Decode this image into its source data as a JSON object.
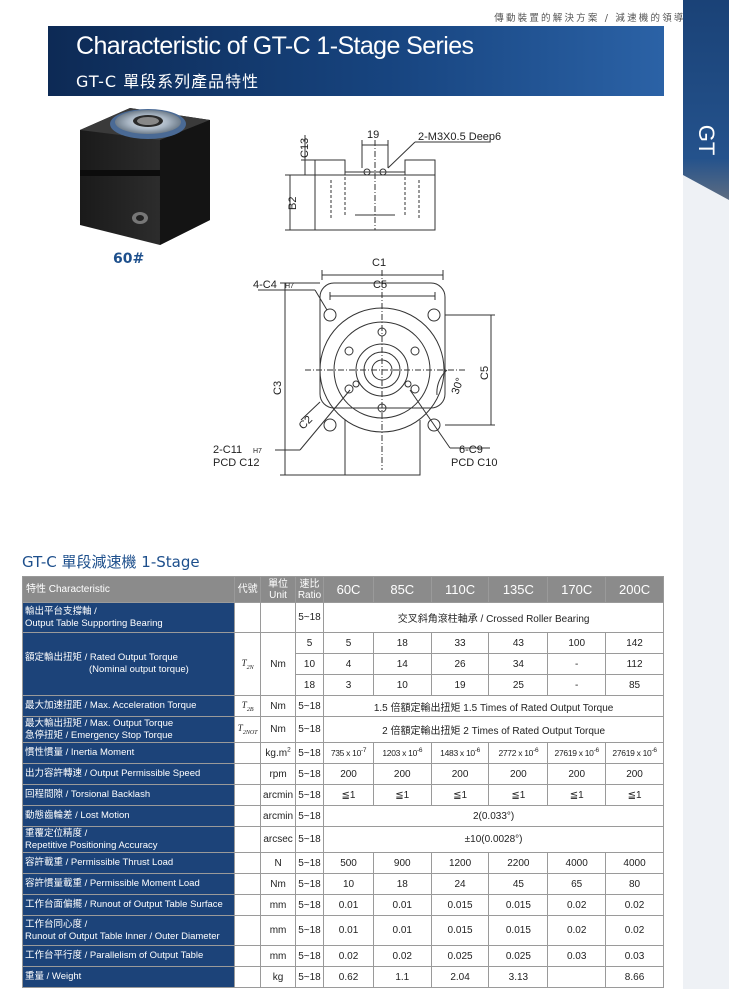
{
  "header": {
    "tagline": "傳動裝置的解決方案 / 減速機的領導品牌",
    "title_en": "Characteristic of GT-C 1-Stage Series",
    "title_zh": "GT-C 單段系列產品特性",
    "side_tab": "GT"
  },
  "product": {
    "model_label": "60#"
  },
  "drawing_labels": {
    "dim_19": "19",
    "tap": "2-M3X0.5 Deep6",
    "c13": "C13",
    "b2": "B2",
    "c1": "C1",
    "c5_top": "C5",
    "c4": "4-C4",
    "h7": "H7",
    "c3": "C3",
    "c5_side": "C5",
    "c2": "C2",
    "angle": "30°",
    "c11": "2-C11",
    "c11_h7": "H7",
    "pcd_c12": "PCD C12",
    "c9": "6-C9",
    "pcd_c10": "PCD C10"
  },
  "section_title": "GT-C 單段減速機 1-Stage",
  "table": {
    "headers": {
      "characteristic": "特性 Characteristic",
      "code": "代號",
      "unit_zh": "單位",
      "unit_en": "Unit",
      "ratio_zh": "速比",
      "ratio_en": "Ratio",
      "models": [
        "60C",
        "85C",
        "110C",
        "135C",
        "170C",
        "200C"
      ]
    },
    "bearing": {
      "label_zh": "輸出平台支撐軸 /",
      "label_en": "Output Table Supporting Bearing",
      "ratio": "5~18",
      "value": "交叉斜角滾柱軸承 / Crossed Roller Bearing"
    },
    "torque": {
      "label1": "額定輸出扭矩 / Rated Output Torque",
      "label2": "(Nominal output torque)",
      "code": "T",
      "code_sub": "2N",
      "unit": "Nm",
      "rows": [
        {
          "ratio": "5",
          "values": [
            "5",
            "18",
            "33",
            "43",
            "100",
            "142"
          ]
        },
        {
          "ratio": "10",
          "values": [
            "4",
            "14",
            "26",
            "34",
            "-",
            "112"
          ]
        },
        {
          "ratio": "18",
          "values": [
            "3",
            "10",
            "19",
            "25",
            "-",
            "85"
          ]
        }
      ]
    },
    "accel": {
      "label": "最大加速扭距 / Max. Acceleration Torque",
      "code": "T",
      "code_sub": "2B",
      "unit": "Nm",
      "ratio": "5~18",
      "value": "1.5 倍額定輸出扭矩  1.5 Times of Rated Output Torque"
    },
    "max_torque": {
      "label1": "最大輸出扭矩 / Max. Output Torque",
      "label2": "急停扭矩 / Emergency Stop Torque",
      "code": "T",
      "code_sub": "2NOT",
      "unit": "Nm",
      "ratio": "5~18",
      "value": "2 倍額定輸出扭矩  2 Times of Rated Output Torque"
    },
    "inertia": {
      "label": "慣性慣量 / Inertia Moment",
      "unit": "kg.m",
      "unit_sup": "2",
      "ratio": "5~18",
      "values": [
        {
          "base": "735 x 10",
          "exp": "-7"
        },
        {
          "base": "1203 x 10",
          "exp": "-6"
        },
        {
          "base": "1483 x 10",
          "exp": "-6"
        },
        {
          "base": "2772 x 10",
          "exp": "-6"
        },
        {
          "base": "27619 x 10",
          "exp": "-6"
        },
        {
          "base": "27619 x 10",
          "exp": "-6"
        }
      ]
    },
    "speed": {
      "label": "出力容許轉速 / Output Permissible Speed",
      "unit": "rpm",
      "ratio": "5~18",
      "values": [
        "200",
        "200",
        "200",
        "200",
        "200",
        "200"
      ]
    },
    "backlash": {
      "label": "回程間隙 / Torsional Backlash",
      "unit": "arcmin",
      "ratio": "5~18",
      "values": [
        "≦1",
        "≦1",
        "≦1",
        "≦1",
        "≦1",
        "≦1"
      ]
    },
    "lost_motion": {
      "label": "動態齒輪差 / Lost Motion",
      "unit": "arcmin",
      "ratio": "5~18",
      "value": "2(0.033°)"
    },
    "repeat": {
      "label1": "重覆定位精度 /",
      "label2": "Repetitive Positioning Accuracy",
      "unit": "arcsec",
      "ratio": "5~18",
      "value": "±10(0.0028°)"
    },
    "thrust": {
      "label": "容許載重 / Permissible Thrust Load",
      "unit": "N",
      "ratio": "5~18",
      "values": [
        "500",
        "900",
        "1200",
        "2200",
        "4000",
        "4000"
      ]
    },
    "moment": {
      "label": "容許慣量載重 / Permissible Moment Load",
      "unit": "Nm",
      "ratio": "5~18",
      "values": [
        "10",
        "18",
        "24",
        "45",
        "65",
        "80"
      ]
    },
    "runout_surface": {
      "label": "工作台面偏擺 / Runout of Output Table Surface",
      "unit": "mm",
      "ratio": "5~18",
      "values": [
        "0.01",
        "0.01",
        "0.015",
        "0.015",
        "0.02",
        "0.02"
      ]
    },
    "runout_diameter": {
      "label1": "工作台同心度 /",
      "label2": "Runout of Output Table Inner / Outer Diameter",
      "unit": "mm",
      "ratio": "5~18",
      "values": [
        "0.01",
        "0.01",
        "0.015",
        "0.015",
        "0.02",
        "0.02"
      ]
    },
    "parallelism": {
      "label": "工作台平行度 / Parallelism of Output Table",
      "unit": "mm",
      "ratio": "5~18",
      "values": [
        "0.02",
        "0.02",
        "0.025",
        "0.025",
        "0.03",
        "0.03"
      ]
    },
    "weight": {
      "label": "重量 / Weight",
      "unit": "kg",
      "ratio": "5~18",
      "values": [
        "0.62",
        "1.1",
        "2.04",
        "3.13",
        "",
        "8.66"
      ]
    }
  },
  "colors": {
    "banner": "#17447f",
    "label_cells": "#1c4379",
    "header_cells": "#8b8b8b",
    "accent_text": "#1d4f8c"
  }
}
